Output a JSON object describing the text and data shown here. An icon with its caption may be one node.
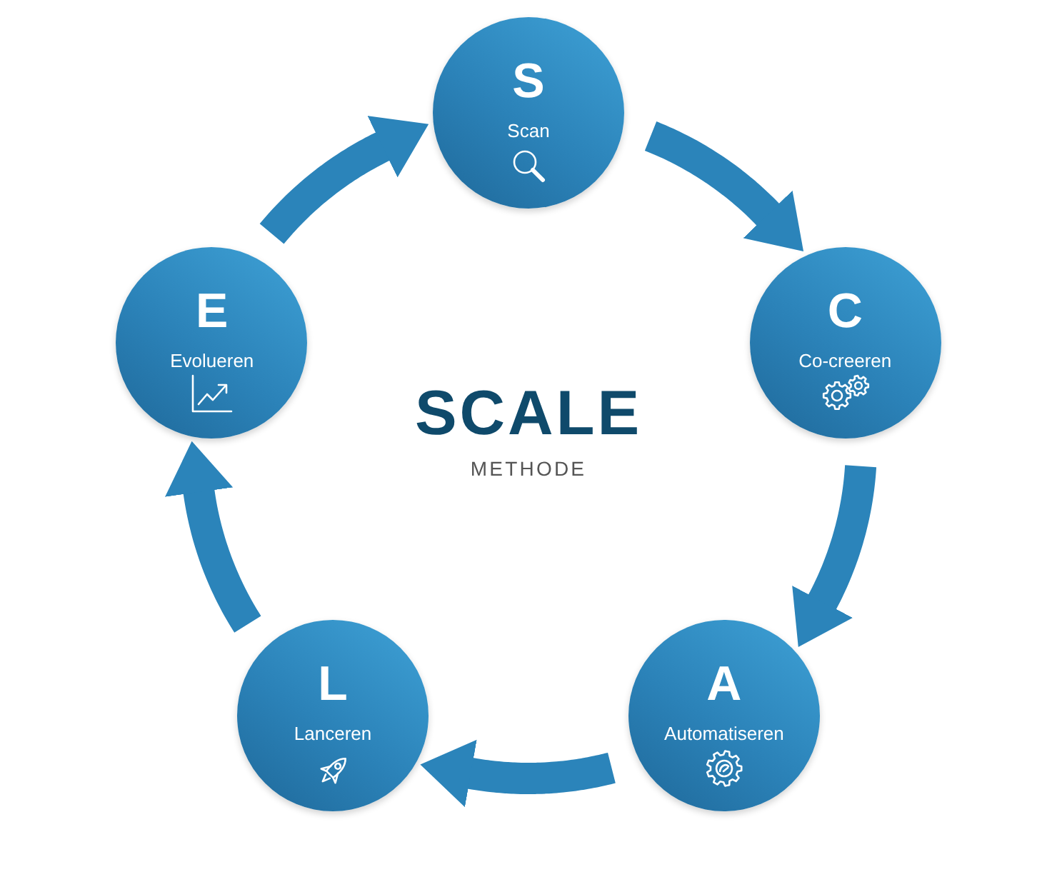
{
  "diagram": {
    "title": "SCALE",
    "nodes": [
      {
        "text": [
          "S",
          "Scan"
        ]
      },
      {
        "text": [
          "C",
          "Co-creeren"
        ]
      },
      {
        "text": [
          "A",
          "Automatiseren"
        ]
      },
      {
        "text": [
          "L",
          "Lanceren"
        ]
      },
      {
        "text": [
          "E",
          "Evolueren"
        ]
      }
    ],
    "edges": [
      {
        "from": 0,
        "to": 1,
        "arrow": "to"
      },
      {
        "from": 1,
        "to": 2,
        "arrow": "to"
      },
      {
        "from": 2,
        "to": 3,
        "arrow": "to"
      },
      {
        "from": 3,
        "to": 4,
        "arrow": "to"
      },
      {
        "from": 4,
        "to": 0,
        "arrow": "to"
      }
    ],
    "labels": [
      "METHODE"
    ]
  }
}
